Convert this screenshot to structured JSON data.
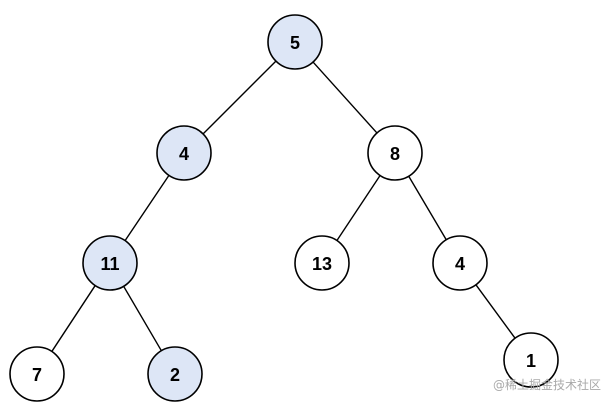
{
  "colors": {
    "highlight_fill": "#dde6f6",
    "normal_fill": "#ffffff",
    "stroke": "#000000"
  },
  "tree": {
    "nodes": [
      {
        "id": "n5",
        "label": "5",
        "highlighted": true
      },
      {
        "id": "n4a",
        "label": "4",
        "highlighted": true
      },
      {
        "id": "n8",
        "label": "8",
        "highlighted": false
      },
      {
        "id": "n11",
        "label": "11",
        "highlighted": true
      },
      {
        "id": "n13",
        "label": "13",
        "highlighted": false
      },
      {
        "id": "n4b",
        "label": "4",
        "highlighted": false
      },
      {
        "id": "n7",
        "label": "7",
        "highlighted": false
      },
      {
        "id": "n2",
        "label": "2",
        "highlighted": true
      },
      {
        "id": "n1",
        "label": "1",
        "highlighted": false
      }
    ],
    "edges": [
      [
        "n5",
        "n4a"
      ],
      [
        "n5",
        "n8"
      ],
      [
        "n4a",
        "n11"
      ],
      [
        "n8",
        "n13"
      ],
      [
        "n8",
        "n4b"
      ],
      [
        "n11",
        "n7"
      ],
      [
        "n11",
        "n2"
      ],
      [
        "n4b",
        "n1"
      ]
    ]
  },
  "watermark": {
    "text": "@稀土掘金技术社区"
  }
}
